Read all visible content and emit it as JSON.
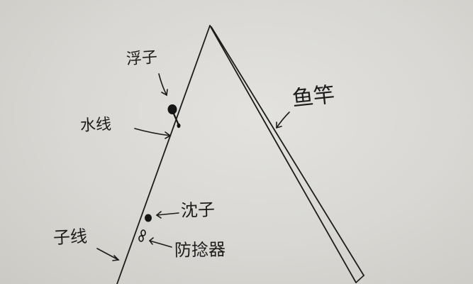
{
  "labels": {
    "float": "浮子",
    "main_line": "水线",
    "rod": "鱼竿",
    "sinker": "沈子",
    "hook_line": "子线",
    "anti_tangle": "防捻器"
  },
  "colors": {
    "paper": "#d9d8d4",
    "ink": "#1c1c1c"
  }
}
